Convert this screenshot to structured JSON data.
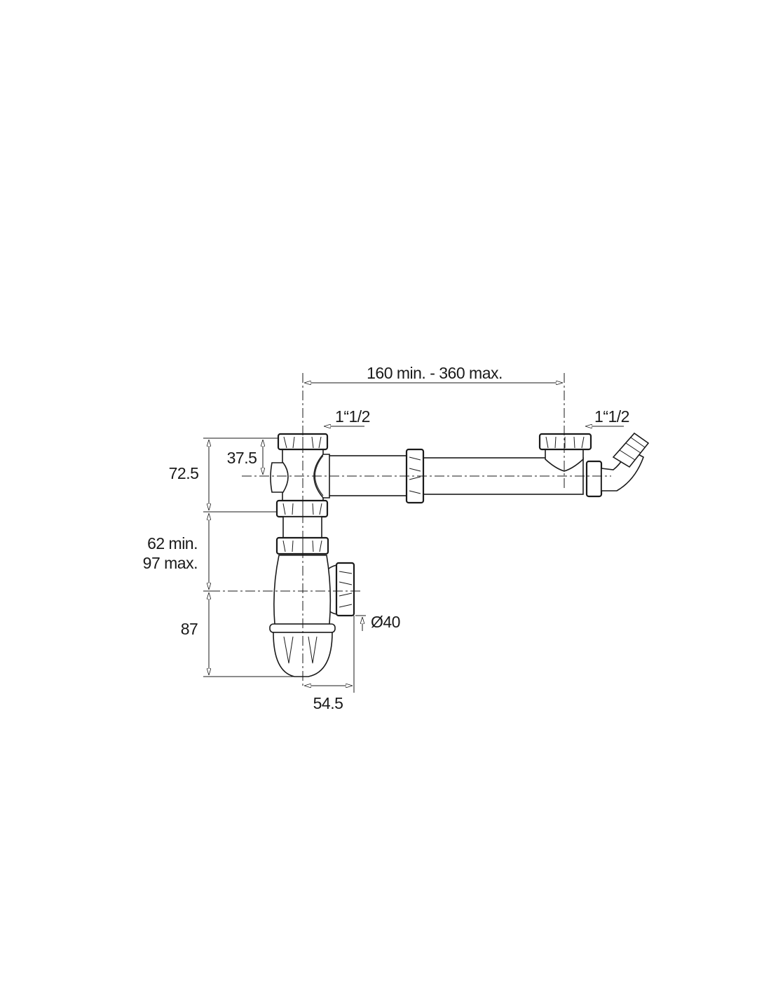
{
  "drawing": {
    "title": "Siphon bottle trap with double connection – dimension drawing",
    "dimensions": {
      "spacing": "160 min. - 360 max.",
      "inlet_left": "1“1/2",
      "inlet_right": "1“1/2",
      "height_upper": "72.5",
      "overflow_offset": "37.5",
      "height_mid_min": "62 min.",
      "height_mid_max": "97 max.",
      "height_lower": "87",
      "outlet_diameter": "Ø40",
      "outlet_offset": "54.5"
    },
    "line_color": "#1a1a1a",
    "background": "#ffffff"
  }
}
